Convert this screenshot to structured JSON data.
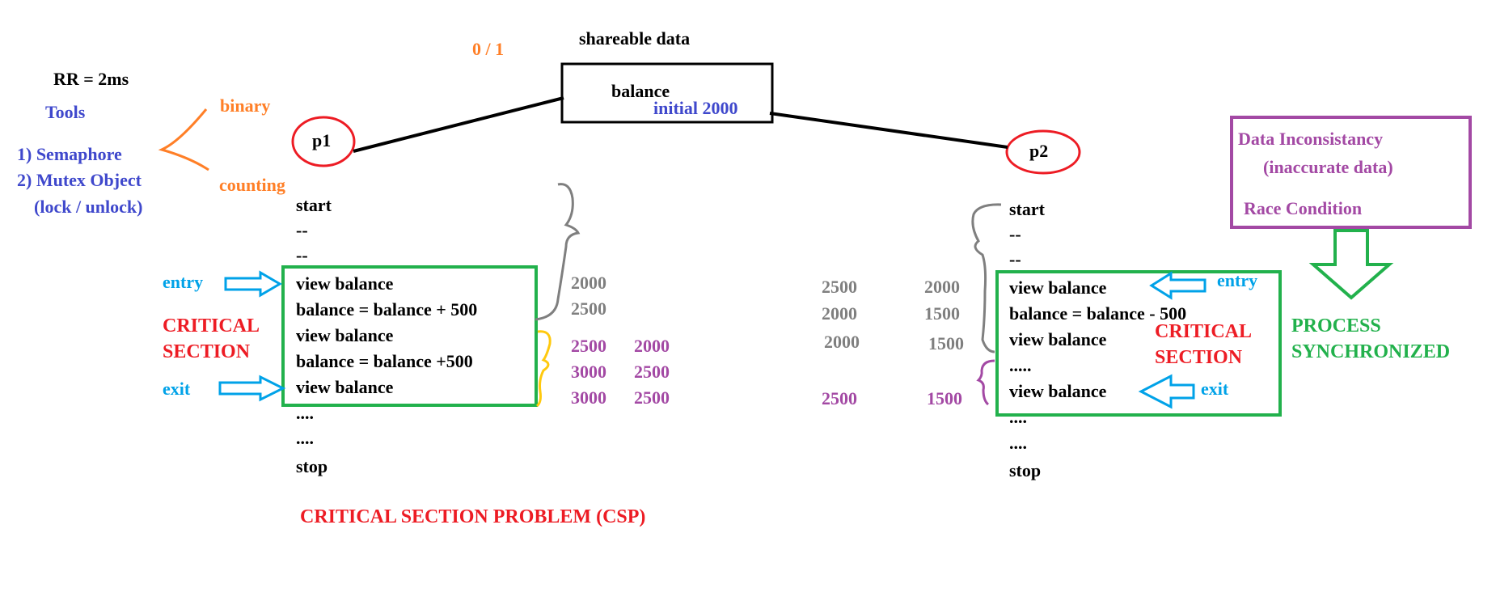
{
  "top": {
    "rr": "RR = 2ms",
    "sem_value": "0 / 1",
    "shareable_label": "shareable data",
    "balance_label": "balance",
    "initial_label": "initial 2000"
  },
  "tools": {
    "title": "Tools",
    "items": [
      "1) Semaphore",
      "2) Mutex Object",
      "(lock / unlock)"
    ],
    "branches": [
      "binary",
      "counting"
    ]
  },
  "processes": {
    "p1": "p1",
    "p2": "p2"
  },
  "p1_code": {
    "before": [
      "start",
      "--",
      "--"
    ],
    "critical": [
      "view balance",
      "balance = balance + 500",
      "view balance",
      "balance = balance +500",
      "view balance"
    ],
    "after": [
      "....",
      "....",
      "stop"
    ],
    "entry": "entry",
    "exit": "exit",
    "cs_label": [
      "CRITICAL",
      "SECTION"
    ]
  },
  "p1_values": {
    "gray": [
      "2000",
      "2500"
    ],
    "purple_a": [
      "2500",
      "3000",
      "3000"
    ],
    "purple_b": [
      "2000",
      "2500",
      "2500"
    ]
  },
  "p2_code": {
    "before": [
      "start",
      "--",
      "--"
    ],
    "critical": [
      "view balance",
      "balance = balance - 500",
      "view balance",
      ".....",
      "view balance"
    ],
    "after": [
      "....",
      "....",
      "stop"
    ],
    "entry": "entry",
    "exit": "exit",
    "cs_label": [
      "CRITICAL",
      "SECTION"
    ]
  },
  "p2_values": {
    "col_a": [
      "2500",
      "2000",
      "2000",
      "2500"
    ],
    "col_b": [
      "2000",
      "1500",
      "1500",
      "1500"
    ]
  },
  "right_box": {
    "line1": "Data Inconsistancy",
    "line2": "(inaccurate data)",
    "line3": "Race Condition"
  },
  "sync_label": [
    "PROCESS",
    "SYNCHRONIZED"
  ],
  "footer": "CRITICAL SECTION PROBLEM (CSP)",
  "colors": {
    "black": "#000000",
    "blue": "#3f48cc",
    "orange": "#ff7f27",
    "red": "#ed1c24",
    "cyan": "#00a2e8",
    "gray": "#7f7f7f",
    "purple": "#a349a4",
    "green": "#22b14c",
    "yellow": "#ffc90e"
  }
}
